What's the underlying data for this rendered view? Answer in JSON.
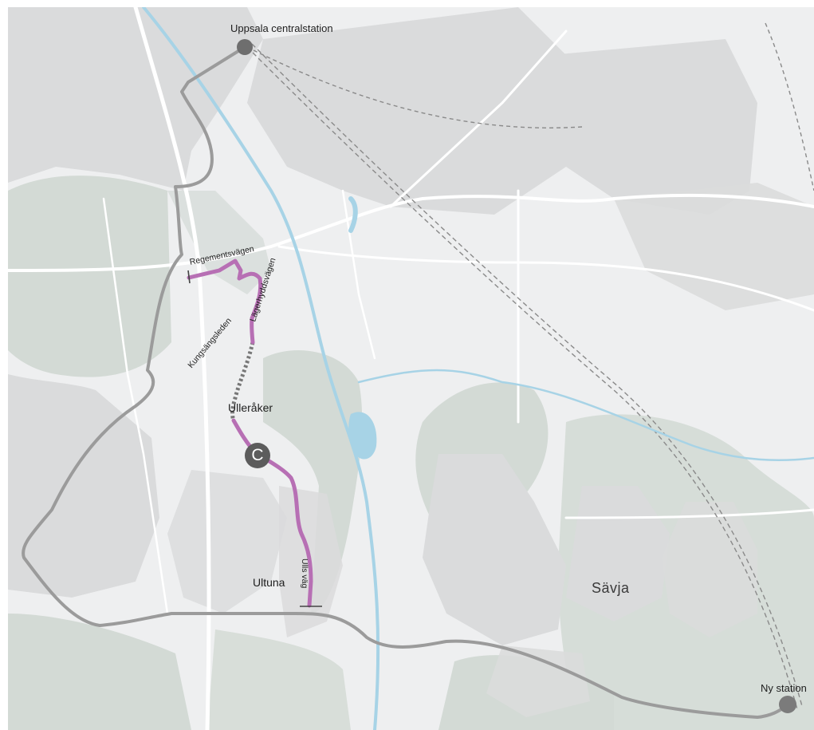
{
  "map": {
    "stations": {
      "uppsala_central": "Uppsala centralstation",
      "ny_station": "Ny station"
    },
    "districts": {
      "ullerakar": "Ulleråker",
      "ultuna": "Ultuna",
      "savja": "Sävja"
    },
    "streets": {
      "regementsvagen": "Regementsvägen",
      "lagerhyddsvagen": "Lägerhyddsvägen",
      "kungsangsleden": "Kungsängsleden",
      "ulls_vag": "Ulls väg"
    },
    "marker": {
      "station_letter": "C"
    },
    "colors": {
      "proposed_route": "#b76fb4",
      "tunnel_section": "#777777",
      "existing_line": "#9b9b9b",
      "station_dot": "#6e6e6e",
      "water": "#a7d3e6",
      "forest": "#cfd6d1",
      "urban": "#dcdddd",
      "land": "#eeeff0"
    }
  }
}
